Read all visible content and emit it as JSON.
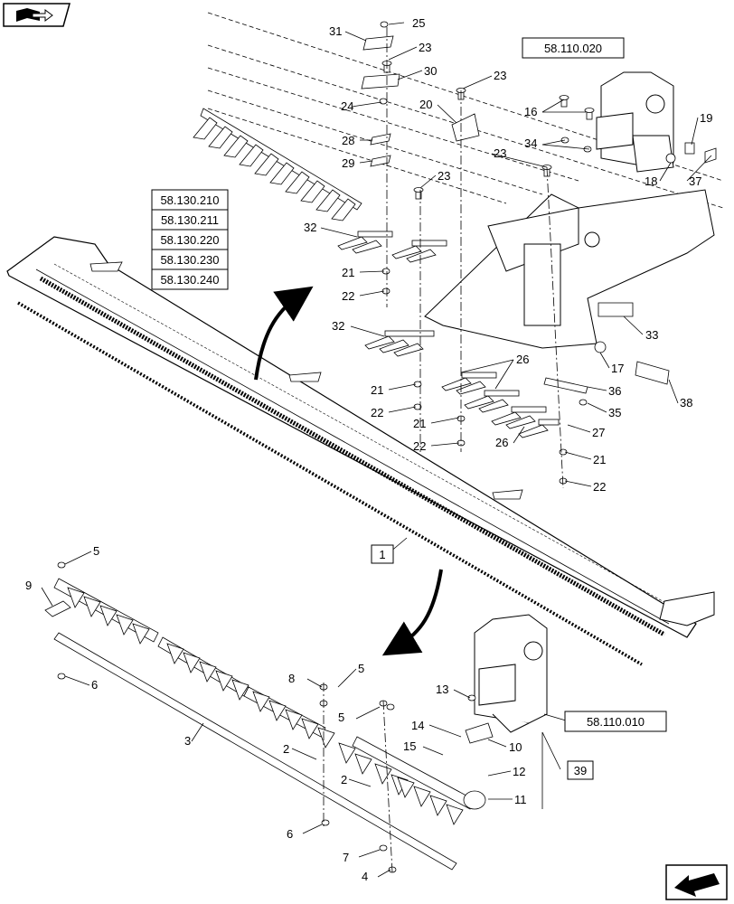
{
  "references": {
    "ref_58_110_020": "58.110.020",
    "ref_58_110_010": "58.110.010",
    "ref_group": [
      "58.130.210",
      "58.130.211",
      "58.130.220",
      "58.130.230",
      "58.130.240"
    ]
  },
  "boxed": {
    "item_1": "1",
    "item_39": "39"
  },
  "callouts": {
    "c25": "25",
    "c31": "31",
    "c23a": "23",
    "c30": "30",
    "c23b": "23",
    "c24": "24",
    "c20": "20",
    "c28": "28",
    "c29": "29",
    "c23c": "23",
    "c23d": "23",
    "c32a": "32",
    "c21a": "21",
    "c22a": "22",
    "c32b": "32",
    "c21b": "21",
    "c22b": "22",
    "c21c": "21",
    "c22c": "22",
    "c26a": "26",
    "c26b": "26",
    "c27": "27",
    "c36": "36",
    "c35": "35",
    "c21d": "21",
    "c22d": "22",
    "c16": "16",
    "c34": "34",
    "c19": "19",
    "c18": "18",
    "c37": "37",
    "c33": "33",
    "c17": "17",
    "c38": "38",
    "c5a": "5",
    "c9": "9",
    "c6a": "6",
    "c8": "8",
    "c5b": "5",
    "c5c": "5",
    "c3": "3",
    "c2a": "2",
    "c2b": "2",
    "c13": "13",
    "c14": "14",
    "c15": "15",
    "c10": "10",
    "c12": "12",
    "c11": "11",
    "c6b": "6",
    "c7": "7",
    "c4": "4"
  },
  "icons": {
    "top_left": "book-nav-icon",
    "bottom_right": "arrow-return-icon"
  }
}
